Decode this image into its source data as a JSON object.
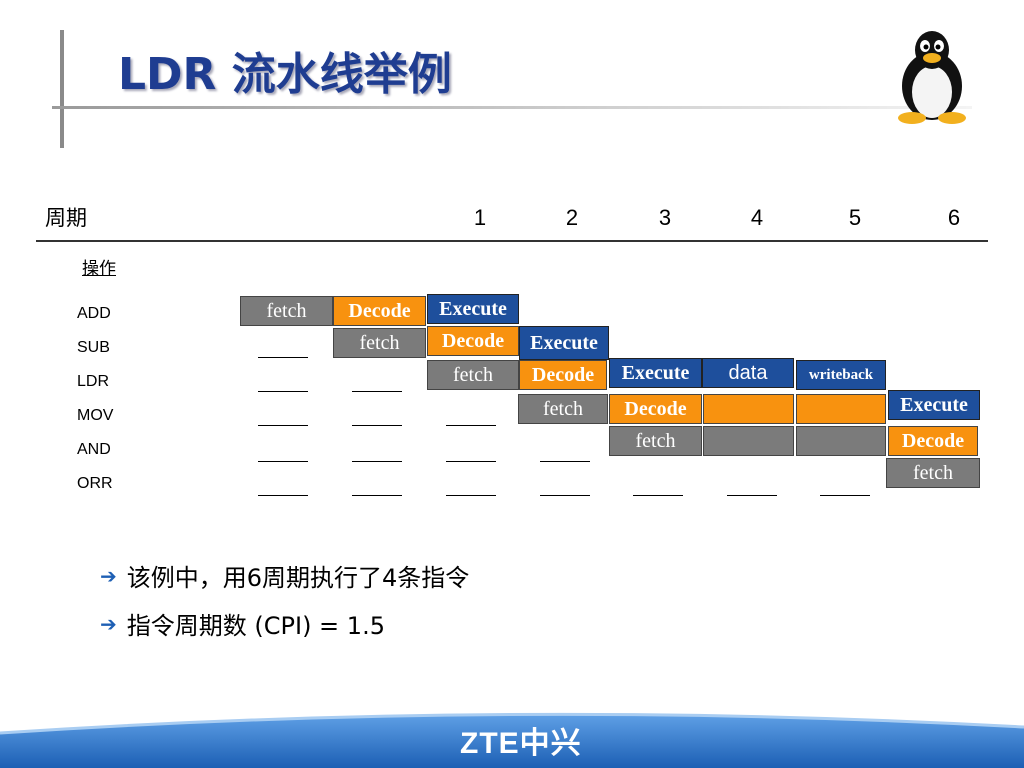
{
  "title": "LDR 流水线举例",
  "header": {
    "period_label": "周期",
    "operation_label": "操作",
    "cycles": [
      "1",
      "2",
      "3",
      "4",
      "5",
      "6"
    ]
  },
  "instructions": [
    "ADD",
    "SUB",
    "LDR",
    "MOV",
    "AND",
    "ORR"
  ],
  "stages": {
    "fetch": "fetch",
    "decode": "Decode",
    "execute": "Execute",
    "data": "data",
    "writeback": "writeback"
  },
  "blank": "____",
  "bullets": [
    "该例中，用6周期执行了4条指令",
    "指令周期数 (CPI) = 1.5"
  ],
  "footer": {
    "logo_text": "ZTE中兴"
  },
  "colors": {
    "title": "#1f3d91",
    "fetch": "#7b7b7b",
    "decode": "#f8920f",
    "execute": "#1e4f9c",
    "footer_band": "#2b6fc2"
  },
  "icons": [
    "penguin-icon",
    "arrow-right-icon"
  ]
}
